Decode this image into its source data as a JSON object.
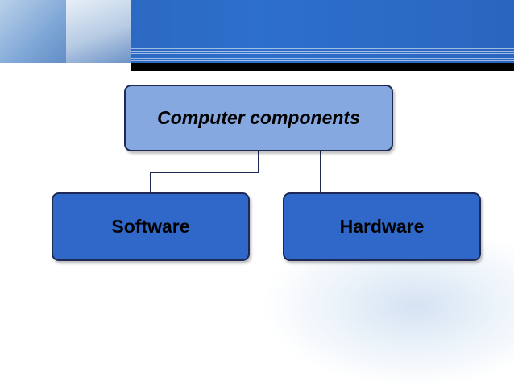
{
  "diagram": {
    "root": {
      "label": "Computer components"
    },
    "children": [
      {
        "label": "Software"
      },
      {
        "label": "Hardware"
      }
    ]
  },
  "theme": {
    "banner_blue": "#2d6fcc",
    "root_fill": "#86a8e0",
    "child_fill": "#2f68c9",
    "border": "#1e2a55"
  }
}
